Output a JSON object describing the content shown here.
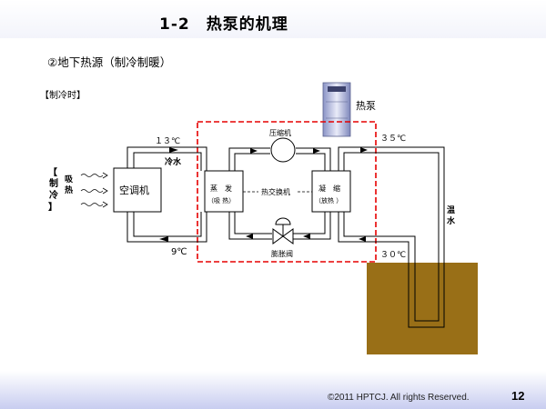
{
  "header": {
    "title": "1-2　热泵的机理"
  },
  "subtitle": "②地下热源（制冷制暖）",
  "mode_label": "【制冷时】",
  "diagram": {
    "heat_pump_label": "热泵",
    "compressor_label": "压缩机",
    "heat_exchanger_label": "热交换机",
    "expansion_valve_label": "膨胀阀",
    "evaporator_label": "蒸　发",
    "evaporator_sub": "（吸 热）",
    "condenser_label": "凝　缩",
    "condenser_sub": "（放热 ）",
    "ac_unit_label": "空调机",
    "cooling_vertical": [
      "【",
      "制",
      "冷",
      "】"
    ],
    "heat_absorb_vertical": [
      "吸",
      "热"
    ],
    "cold_water_label": "冷水",
    "warm_water_vertical": [
      "温",
      "水"
    ],
    "temp_13": "１３℃",
    "temp_9": "9℃",
    "temp_35": "３５℃",
    "temp_30": "３０℃"
  },
  "footer": {
    "copyright": "©2011 HPTCJ. All rights Reserved.",
    "page_number": "12"
  },
  "colors": {
    "dashed_border": "#e60000",
    "ground": "#996f17",
    "pipe": "#000000"
  }
}
